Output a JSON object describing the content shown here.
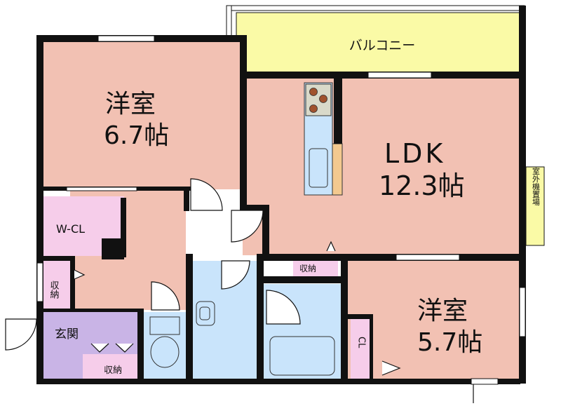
{
  "rooms": {
    "balcony": "バルコニー",
    "bedroom1_name": "洋室",
    "bedroom1_size": "6.7帖",
    "ldk_name": "LDK",
    "ldk_size": "12.3帖",
    "bedroom2_name": "洋室",
    "bedroom2_size": "5.7帖",
    "wcl": "W-CL",
    "storage_left": "収納",
    "entrance": "玄関",
    "storage_entrance": "収納",
    "storage_center": "収納",
    "closet": "CL",
    "outdoor_unit": "室外機置場"
  },
  "colors": {
    "room": "#f2c1b3",
    "balcony": "#fafaa6",
    "closet": "#f6cdea",
    "entrance": "#c9b4e6",
    "bath": "#c9e4fb",
    "wall": "#111111"
  }
}
